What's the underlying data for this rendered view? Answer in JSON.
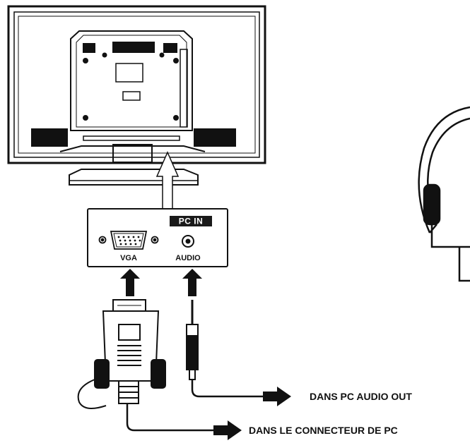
{
  "panel": {
    "badge": "PC IN",
    "vga_label": "VGA",
    "audio_label": "AUDIO"
  },
  "callouts": {
    "audio_out": "DANS PC AUDIO OUT",
    "pc_connector": "DANS LE CONNECTEUR DE PC"
  },
  "colors": {
    "line": "#111111",
    "badge_bg": "#1a1a1a",
    "background": "#ffffff"
  }
}
